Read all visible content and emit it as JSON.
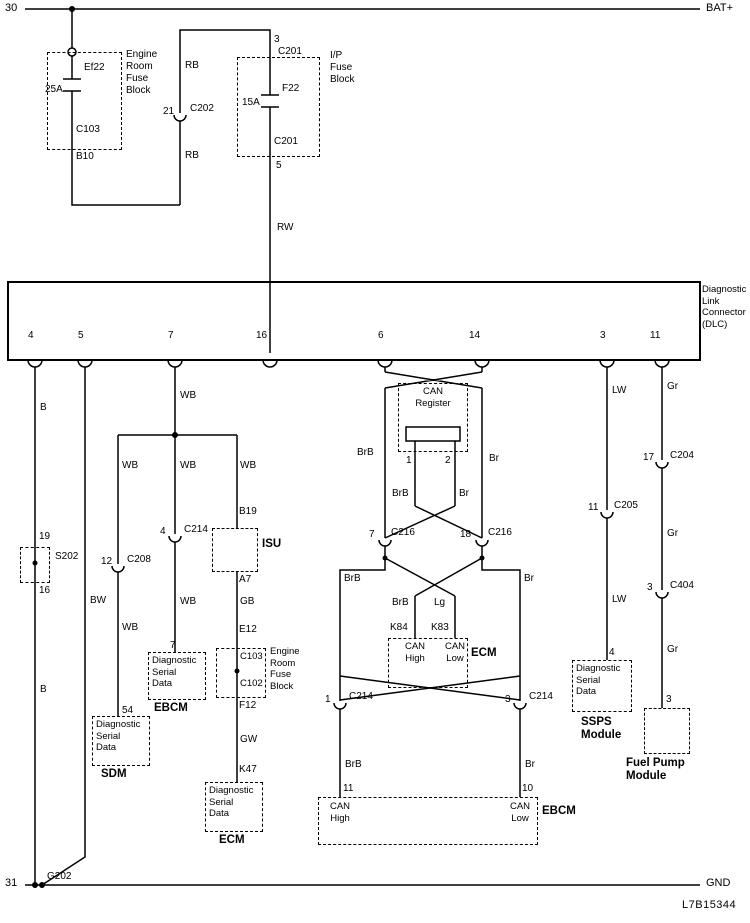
{
  "title_code": "L7B15344",
  "rails": {
    "top_left": "30",
    "top_right": "BAT+",
    "bottom_left": "31",
    "bottom_right": "GND",
    "ground_point": "G202"
  },
  "power": {
    "engine_fuse_block": {
      "label": "Engine\nRoom\nFuse\nBlock",
      "fuse": "Ef22",
      "rating": "25A",
      "connector": "C103",
      "pin_out": "B10"
    },
    "wire_rb_top": "RB",
    "wire_rb_bottom": "RB",
    "c202": {
      "pin": "21",
      "name": "C202"
    },
    "ip_fuse_block": {
      "label": "I/P\nFuse\nBlock",
      "pin_in": "3",
      "connector_in": "C201",
      "fuse": "F22",
      "rating": "15A",
      "connector_out": "C201",
      "pin_out": "5"
    },
    "wire_rw": "RW"
  },
  "dlc": {
    "label": "Diagnostic\nLink\nConnector\n(DLC)",
    "p4": "4",
    "p5": "5",
    "p7": "7",
    "p16": "16",
    "p6": "6",
    "p14": "14",
    "p3": "3",
    "p11": "11"
  },
  "ground": {
    "wire_b_top": "B",
    "splice_pin_top": "19",
    "splice_name": "S202",
    "splice_pin_bottom": "16",
    "wire_b_bottom": "B",
    "wire_bw": "BW"
  },
  "serial": {
    "wire_stem": "WB",
    "wire_left": "WB",
    "wire_mid": "WB",
    "wire_right": "WB",
    "c208": {
      "pin": "12",
      "name": "C208"
    },
    "c214": {
      "pin": "4",
      "name": "C214"
    },
    "wire_left2": "WB",
    "wire_mid2": "WB",
    "ebcm": {
      "pin": "7",
      "box": "Diagnostic\nSerial\nData",
      "name": "EBCM"
    },
    "sdm": {
      "pin": "54",
      "box": "Diagnostic\nSerial\nData",
      "name": "SDM"
    },
    "isu": {
      "pin_in": "B19",
      "name": "ISU",
      "pin_out": "A7"
    },
    "wire_gb": "GB",
    "mid_fuse_block": {
      "pin_in": "E12",
      "connector_top": "C103",
      "connector_bottom": "C102",
      "label": "Engine\nRoom\nFuse\nBlock",
      "pin_out": "F12"
    },
    "wire_gw": "GW",
    "ecm": {
      "pin": "K47",
      "box": "Diagnostic\nSerial\nData",
      "name": "ECM"
    }
  },
  "can": {
    "wire_high_dlc": "BrB",
    "wire_low_dlc": "Br",
    "register": {
      "label": "CAN\nRegister",
      "pin1": "1",
      "pin2": "2",
      "wire1": "BrB",
      "wire2": "Br"
    },
    "c216_left": {
      "pin": "7",
      "name": "C216"
    },
    "c216_right": {
      "pin": "18",
      "name": "C216"
    },
    "wire_high_bracket": "BrB",
    "wire_low_bracket": "Br",
    "ecm": {
      "wire_high": "BrB",
      "wire_low": "Lg",
      "pin_high": "K84",
      "pin_low": "K83",
      "label_high": "CAN\nHigh",
      "label_low": "CAN\nLow",
      "name": "ECM"
    },
    "c214_left": {
      "pin": "1",
      "name": "C214"
    },
    "c214_right": {
      "pin": "3",
      "name": "C214"
    },
    "ebcm": {
      "wire_high": "BrB",
      "wire_low": "Br",
      "pin_high": "11",
      "pin_low": "10",
      "label_high": "CAN\nHigh",
      "label_low": "CAN\nLow",
      "name": "EBCM"
    }
  },
  "ssps": {
    "wire_top": "LW",
    "c205": {
      "pin": "11",
      "name": "C205"
    },
    "wire_bottom": "LW",
    "pin": "4",
    "box": "Diagnostic\nSerial\nData",
    "name": "SSPS\nModule"
  },
  "fuel": {
    "wire_top": "Gr",
    "c204": {
      "pin": "17",
      "name": "C204"
    },
    "wire_mid": "Gr",
    "c404": {
      "pin": "3",
      "name": "C404"
    },
    "wire_bottom": "Gr",
    "pin": "3",
    "name": "Fuel Pump\nModule"
  }
}
